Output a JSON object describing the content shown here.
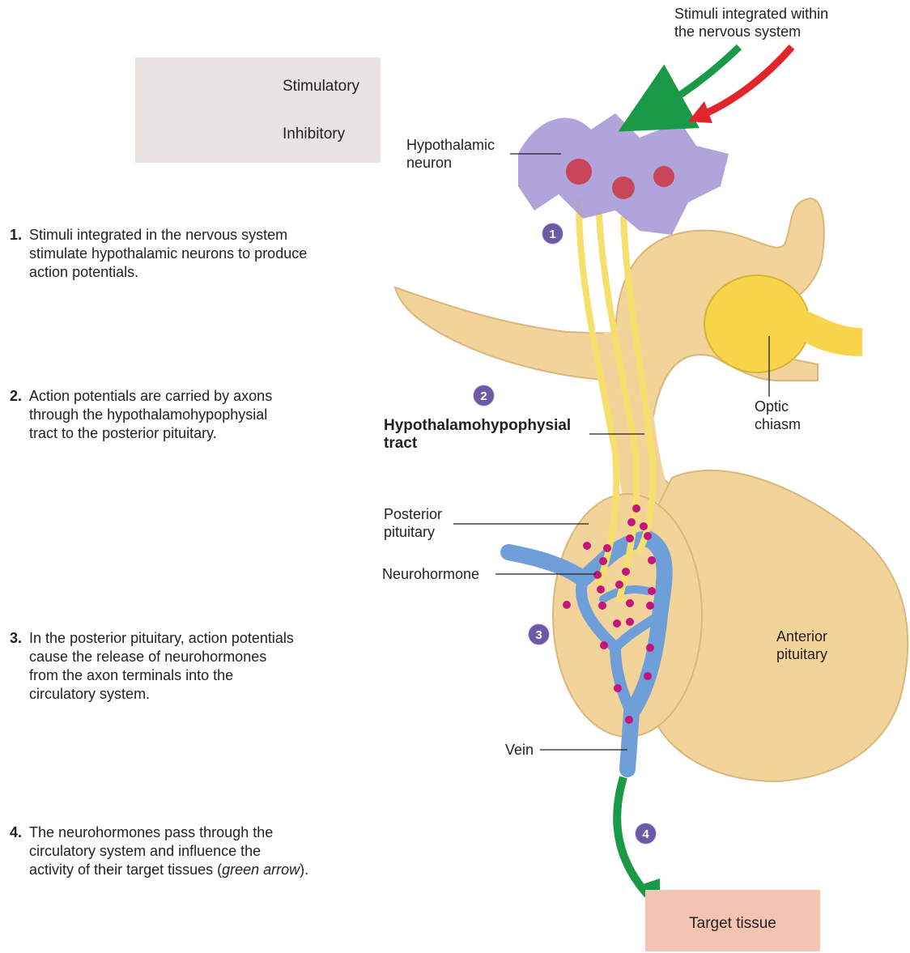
{
  "legend": {
    "stimulatory": "Stimulatory",
    "inhibitory": "Inhibitory",
    "stimulatory_color": "#1a9a47",
    "inhibitory_color": "#e2242b"
  },
  "top_label": {
    "line1": "Stimuli integrated within",
    "line2": "the nervous system"
  },
  "steps": [
    {
      "num": "1.",
      "lines": [
        "Stimuli integrated in the nervous system",
        "stimulate hypothalamic neurons to produce",
        "action potentials."
      ]
    },
    {
      "num": "2.",
      "lines": [
        "Action potentials are carried by axons",
        "through the hypothalamohypophysial",
        "tract to the posterior pituitary."
      ]
    },
    {
      "num": "3.",
      "lines": [
        "In the posterior pituitary, action potentials",
        "cause the release of neurohormones",
        "from the axon terminals into the",
        "circulatory system."
      ]
    },
    {
      "num": "4.",
      "lines": [
        "The neurohormones pass through the",
        "circulatory system and influence the"
      ],
      "last_pre": "activity of their target tissues (",
      "last_em": "green arrow",
      "last_post": ")."
    }
  ],
  "labels": {
    "hypothalamic_neuron": [
      "Hypothalamic",
      "neuron"
    ],
    "tract": [
      "Hypothalamohypophysial",
      "tract"
    ],
    "optic_chiasm": [
      "Optic",
      "chiasm"
    ],
    "posterior_pituitary": [
      "Posterior",
      "pituitary"
    ],
    "neurohormone": "Neurohormone",
    "anterior_pituitary": [
      "Anterior",
      "pituitary"
    ],
    "vein": "Vein",
    "target_tissue": "Target tissue"
  },
  "badges": [
    "1",
    "2",
    "3",
    "4"
  ],
  "colors": {
    "pituitary": "#f2d49b",
    "axon": "#f7df6e",
    "neuron": "#a99ad6",
    "vessel": "#6f9fd8",
    "neurohormone": "#c4157a",
    "badge": "#6b5aa6",
    "target_box": "#f4c3b2"
  }
}
